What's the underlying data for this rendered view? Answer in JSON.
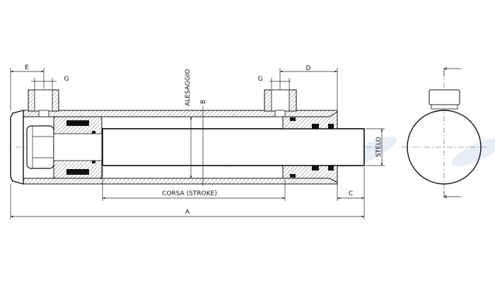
{
  "drawing": {
    "labels": {
      "a": "A",
      "b": "B",
      "c": "C",
      "d": "D",
      "e": "E",
      "g_left": "G",
      "g_right": "G",
      "bore": "ALESAGGIO",
      "stroke": "CORSA (STROKE)",
      "rod": "STELO"
    },
    "colors": {
      "line": "#111111",
      "watermark": "#e6ecf7"
    }
  }
}
